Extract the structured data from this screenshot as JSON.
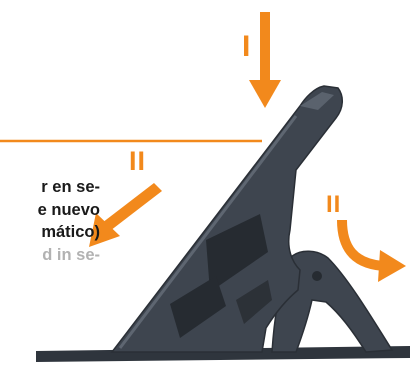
{
  "markers": {
    "step_1": "I",
    "step_2_push": "II",
    "step_2_rotate": "II"
  },
  "caption": {
    "es_line_1": "r en se-",
    "es_line_2": "e nuevo",
    "es_line_3": "mático)",
    "en_line_1": "d in se-"
  },
  "colors": {
    "accent_orange": "#f2891c",
    "bracket_gray": "#3e454f",
    "caption_dark": "#1a1a1a",
    "caption_light": "#b2b2b2"
  }
}
